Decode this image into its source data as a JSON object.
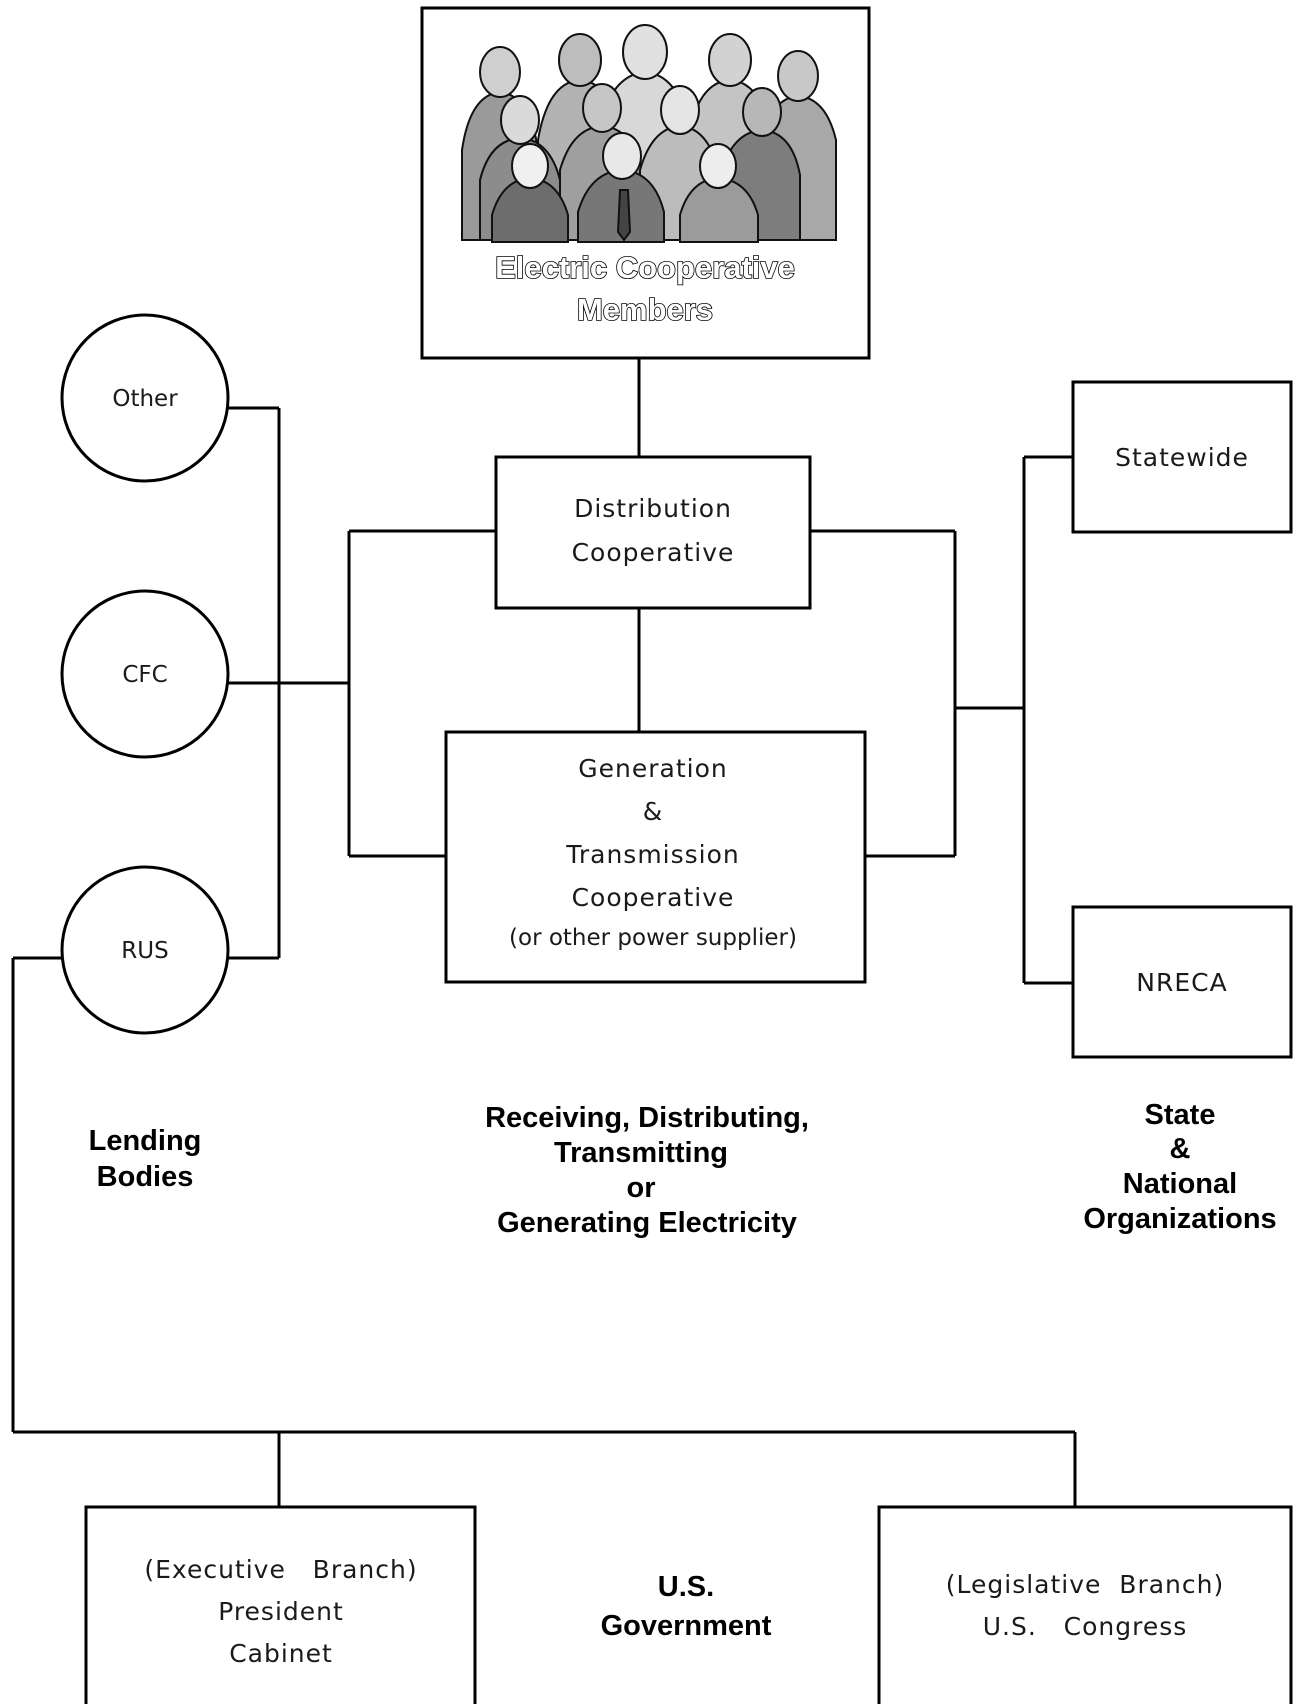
{
  "members": {
    "line1": "Electric Cooperative",
    "line2": "Members"
  },
  "distribution": {
    "line1": "Distribution",
    "line2": "Cooperative"
  },
  "generation": {
    "line1": "Generation",
    "line2": "&",
    "line3": "Transmission",
    "line4": "Cooperative",
    "line5": "(or other power supplier)"
  },
  "lenders": {
    "other": "Other",
    "cfc": "CFC",
    "rus": "RUS"
  },
  "orgs": {
    "statewide": "Statewide",
    "nreca": "NRECA"
  },
  "captions": {
    "lending_line1": "Lending",
    "lending_line2": "Bodies",
    "center_line1": "Receiving, Distributing,",
    "center_line2": "Transmitting",
    "center_line3": "or",
    "center_line4": "Generating Electricity",
    "state_line1": "State",
    "state_line2": "&",
    "state_line3": "National",
    "state_line4": "Organizations",
    "gov_line1": "U.S.",
    "gov_line2": "Government"
  },
  "executive": {
    "line1": "(Executive   Branch)",
    "line2": "President",
    "line3": "Cabinet"
  },
  "legislative": {
    "line1": "(Legislative  Branch)",
    "line2": "U.S.   Congress"
  }
}
